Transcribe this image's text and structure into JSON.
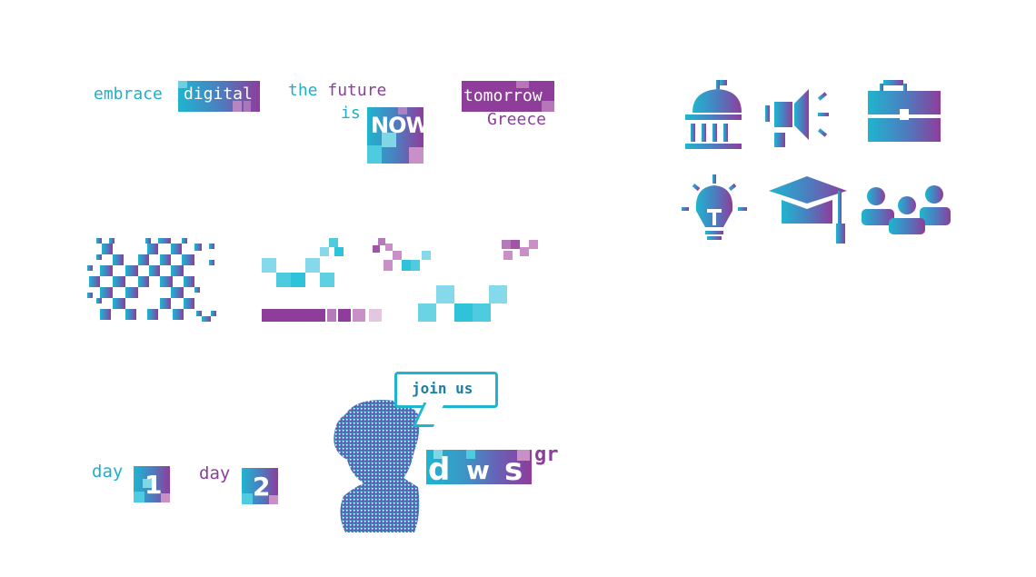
{
  "colors": {
    "cyan": "#1fb5cf",
    "blue": "#4a7fc0",
    "purple": "#8e3d9b",
    "light_cyan": "#7fd7e6",
    "light_purple": "#c98fc7"
  },
  "taglines": {
    "embrace": "embrace",
    "digital": "digital",
    "the_future": "the future",
    "is": "is",
    "now": "NOW",
    "tomorrow": "tomorrow",
    "greece": "Greece"
  },
  "icons": [
    "government-building-icon",
    "megaphone-icon",
    "briefcase-icon",
    "lightbulb-icon",
    "graduation-cap-icon",
    "people-group-icon"
  ],
  "days": {
    "day_label": "day",
    "day1": "1",
    "day2": "2"
  },
  "bubble": {
    "text": "join us"
  },
  "logo": {
    "letters": [
      "d",
      "w",
      "s"
    ],
    "suffix": "gr"
  }
}
